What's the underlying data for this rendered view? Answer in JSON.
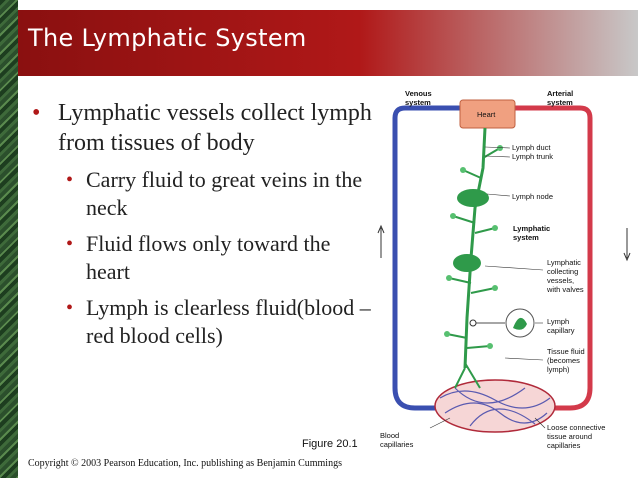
{
  "slide": {
    "title": "The Lymphatic System",
    "bullets": {
      "main": "Lymphatic vessels collect lymph from tissues of  body",
      "sub": [
        "Carry fluid to great veins in the neck",
        "Fluid flows only toward the heart",
        "Lymph is clearless fluid(blood –red blood cells)"
      ]
    },
    "figure_label": "Figure 20.1",
    "copyright": "Copyright © 2003 Pearson Education, Inc. publishing as Benjamin Cummings"
  },
  "diagram": {
    "labels": {
      "venous_system": [
        "Venous",
        "system"
      ],
      "arterial_system": [
        "Arterial",
        "system"
      ],
      "heart": "Heart",
      "lymph_duct": "Lymph duct",
      "lymph_trunk": "Lymph trunk",
      "lymph_node": "Lymph node",
      "lymphatic_system": [
        "Lymphatic",
        "system"
      ],
      "collecting_vessels": [
        "Lymphatic",
        "collecting",
        "vessels,",
        "with valves"
      ],
      "lymph_capillary": [
        "Lymph",
        "capillary"
      ],
      "tissue_fluid": [
        "Tissue fluid",
        "(becomes",
        "lymph)"
      ],
      "blood_capillaries": [
        "Blood",
        "capillaries"
      ],
      "loose_tissue": [
        "Loose connective",
        "tissue around",
        "capillaries"
      ]
    },
    "colors": {
      "venous": "#3a4fb0",
      "arterial": "#d33a4a",
      "heart": "#f0a080",
      "lymph": "#2f9a4a",
      "title_bar": "#b01818"
    }
  }
}
